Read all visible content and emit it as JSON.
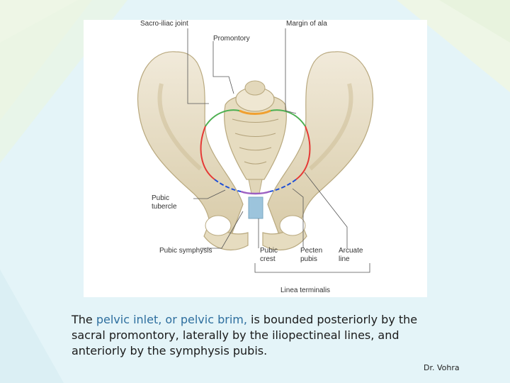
{
  "slide": {
    "colors": {
      "background": "#e4f4f8",
      "highlight_text": "#2d6e9e",
      "green_line": "#4caf50",
      "red_line": "#e53935",
      "blue_line": "#1e4fd6",
      "orange_line": "#f0a030",
      "purple_line": "#9c5fc2",
      "bone": "#e9e0c6"
    }
  },
  "figure": {
    "labels": {
      "sacro_iliac_joint": "Sacro-iliac joint",
      "promontory": "Promontory",
      "margin_of_ala": "Margin of ala",
      "pubic_tubercle_line1": "Pubic",
      "pubic_tubercle_line2": "tubercle",
      "pubic_symphysis": "Pubic symphysis",
      "pubic_crest_line1": "Pubic",
      "pubic_crest_line2": "crest",
      "pecten_pubis_line1": "Pecten",
      "pecten_pubis_line2": "pubis",
      "arcuate_line_line1": "Arcuate",
      "arcuate_line_line2": "line",
      "linea_terminalis": "Linea terminalis"
    }
  },
  "caption": {
    "part1": "The ",
    "highlight": "pelvic inlet, or pelvic brim,",
    "part2": " is bounded posteriorly by the sacral promontory, laterally by the iliopectineal lines, and anteriorly by the symphysis pubis."
  },
  "author": "Dr. Vohra"
}
